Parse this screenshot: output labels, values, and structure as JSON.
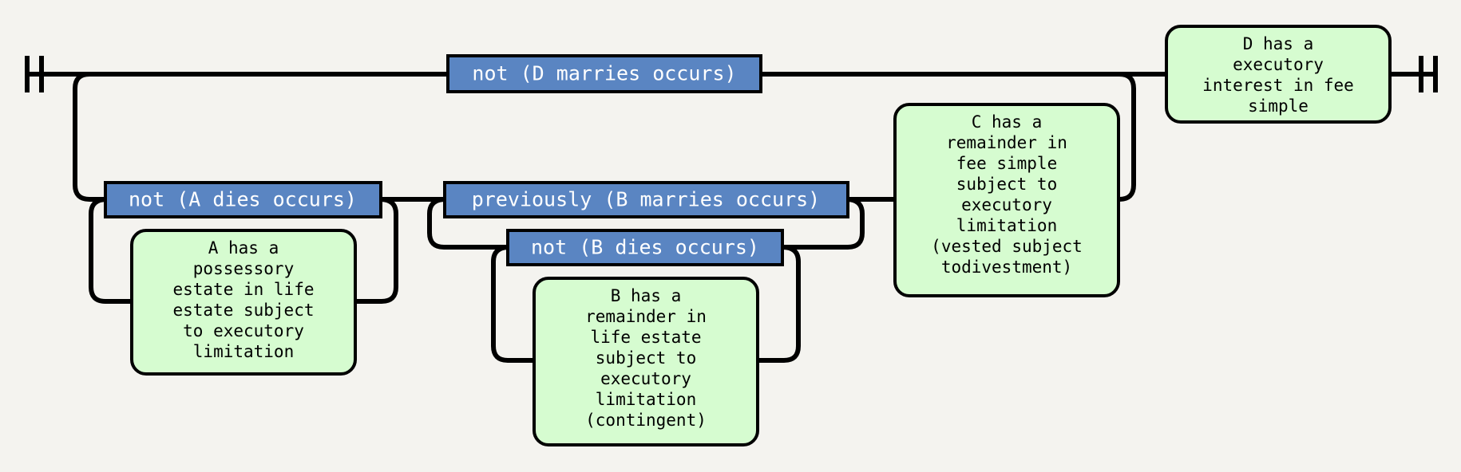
{
  "diagram": {
    "conditions": {
      "d_marries": "not (D marries occurs)",
      "a_dies": "not (A dies occurs)",
      "b_marries": "previously (B marries occurs)",
      "b_dies": "not (B dies occurs)"
    },
    "states": {
      "a": [
        "A has a",
        "possessory",
        "estate in life",
        "estate subject",
        "to executory",
        "limitation"
      ],
      "b": [
        "B has a",
        "remainder in",
        "life estate",
        "subject to",
        "executory",
        "limitation",
        "(contingent)"
      ],
      "c": [
        "C has a",
        "remainder in",
        "fee simple",
        "subject to",
        "executory",
        "limitation",
        "(vested subject",
        "todivestment)"
      ],
      "d": [
        "D has a",
        "executory",
        "interest in fee",
        "simple"
      ]
    }
  }
}
